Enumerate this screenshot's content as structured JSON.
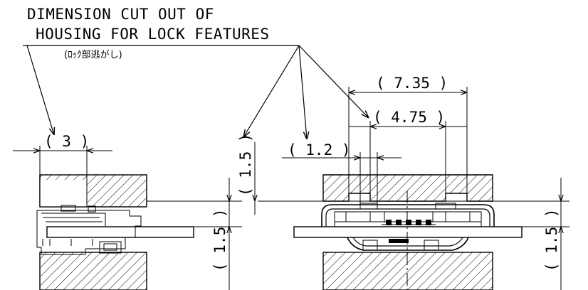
{
  "title": {
    "line1": "DIMENSION CUT OUT OF",
    "line2": "HOUSING FOR LOCK FEATURES",
    "subtitle": "(ﾛｯｸ部逃がし)"
  },
  "dimensions": {
    "d_3": "( 3 )",
    "d_1_5_vertical_mid": "( 1.5 )",
    "d_1_2": "( 1.2 )",
    "d_7_35": "( 7.35 )",
    "d_4_75": "( 4.75 )",
    "d_1_5_left_low": "( 1.5 )",
    "d_1_5_right_low": "( 1.5 )"
  }
}
